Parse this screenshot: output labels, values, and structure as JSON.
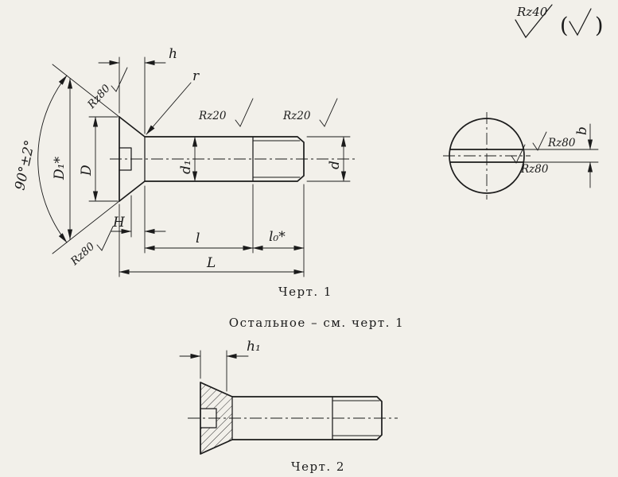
{
  "colors": {
    "paper": "#f2f0ea",
    "ink": "#1b1b1b"
  },
  "general_mark": {
    "roughness": "Rz40",
    "paren_open": "(",
    "paren_close": ")"
  },
  "fig1": {
    "caption": "Черт. 1",
    "angle": "90°±2°",
    "dims": {
      "h": "h",
      "r": "r",
      "D1": "D₁*",
      "D": "D",
      "d1": "d₁",
      "d": "d",
      "H": "H",
      "l": "l",
      "l0": "l₀*",
      "L": "L"
    },
    "roughness": {
      "cone": "Rz80",
      "edge": "Rz80",
      "shank": "Rz20",
      "thread": "Rz20"
    }
  },
  "end_view": {
    "dims": {
      "b": "b"
    },
    "roughness": {
      "slot_upper": "Rz80",
      "slot_lower": "Rz80"
    }
  },
  "fig2": {
    "note": "Остальное – см. черт. 1",
    "caption": "Черт. 2",
    "dims": {
      "h1": "h₁"
    }
  }
}
